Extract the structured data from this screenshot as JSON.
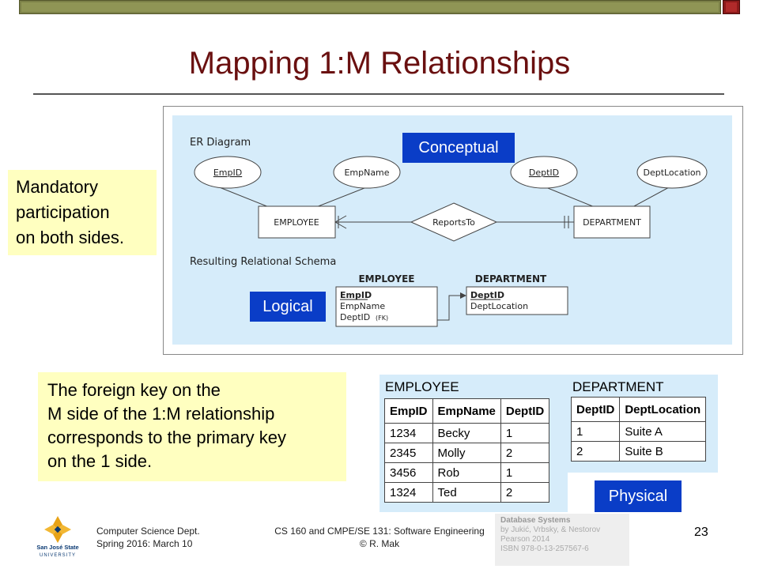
{
  "slide": {
    "title": "Mapping 1:M Relationships",
    "mandatory_note": [
      "Mandatory",
      "participation",
      "on both sides."
    ],
    "fk_note": [
      "The foreign key on the",
      "M side of the 1:M relationship",
      "corresponds to the primary key",
      "on the 1 side."
    ],
    "page_number": "23"
  },
  "tags": {
    "conceptual": "Conceptual",
    "logical": "Logical",
    "physical": "Physical"
  },
  "er_diagram": {
    "heading": "ER Diagram",
    "entity_employee": "EMPLOYEE",
    "entity_department": "DEPARTMENT",
    "relationship": "ReportsTo",
    "attr_empid": "EmpID",
    "attr_empname": "EmpName",
    "attr_deptid": "DeptID",
    "attr_deptlocation": "DeptLocation"
  },
  "schema": {
    "heading": "Resulting Relational Schema",
    "employee_title": "EMPLOYEE",
    "employee_pk": "EmpID",
    "employee_name": "EmpName",
    "employee_fk": "DeptID",
    "fk_marker": "(FK)",
    "department_title": "DEPARTMENT",
    "department_pk": "DeptID",
    "department_location": "DeptLocation"
  },
  "physical": {
    "employee_title": "EMPLOYEE",
    "employee_columns": [
      "EmpID",
      "EmpName",
      "DeptID"
    ],
    "employee_rows": [
      [
        "1234",
        "Becky",
        "1"
      ],
      [
        "2345",
        "Molly",
        "2"
      ],
      [
        "3456",
        "Rob",
        "1"
      ],
      [
        "1324",
        "Ted",
        "2"
      ]
    ],
    "department_title": "DEPARTMENT",
    "department_columns": [
      "DeptID",
      "DeptLocation"
    ],
    "department_rows": [
      [
        "1",
        "Suite A"
      ],
      [
        "2",
        "Suite B"
      ]
    ]
  },
  "footer": {
    "left_line1": "Computer Science Dept.",
    "left_line2": "Spring 2016: March 10",
    "center_line1": "CS 160 and CMPE/SE 131: Software Engineering",
    "center_line2": "© R. Mak"
  },
  "citation": {
    "title": "Database Systems",
    "line2": "by Jukić, Vrbsky, & Nestorov",
    "line3": "Pearson 2014",
    "line4": "ISBN 978-0-13-257567-6"
  },
  "logo": {
    "icon": "sjsu-logo-icon",
    "line1": "San José State",
    "line2": "UNIVERSITY"
  },
  "colors": {
    "title": "#6a1010",
    "tag_blue": "#0a3dc7",
    "note_yellow": "#ffffc0",
    "diagram_blue": "#d6ecfa"
  }
}
